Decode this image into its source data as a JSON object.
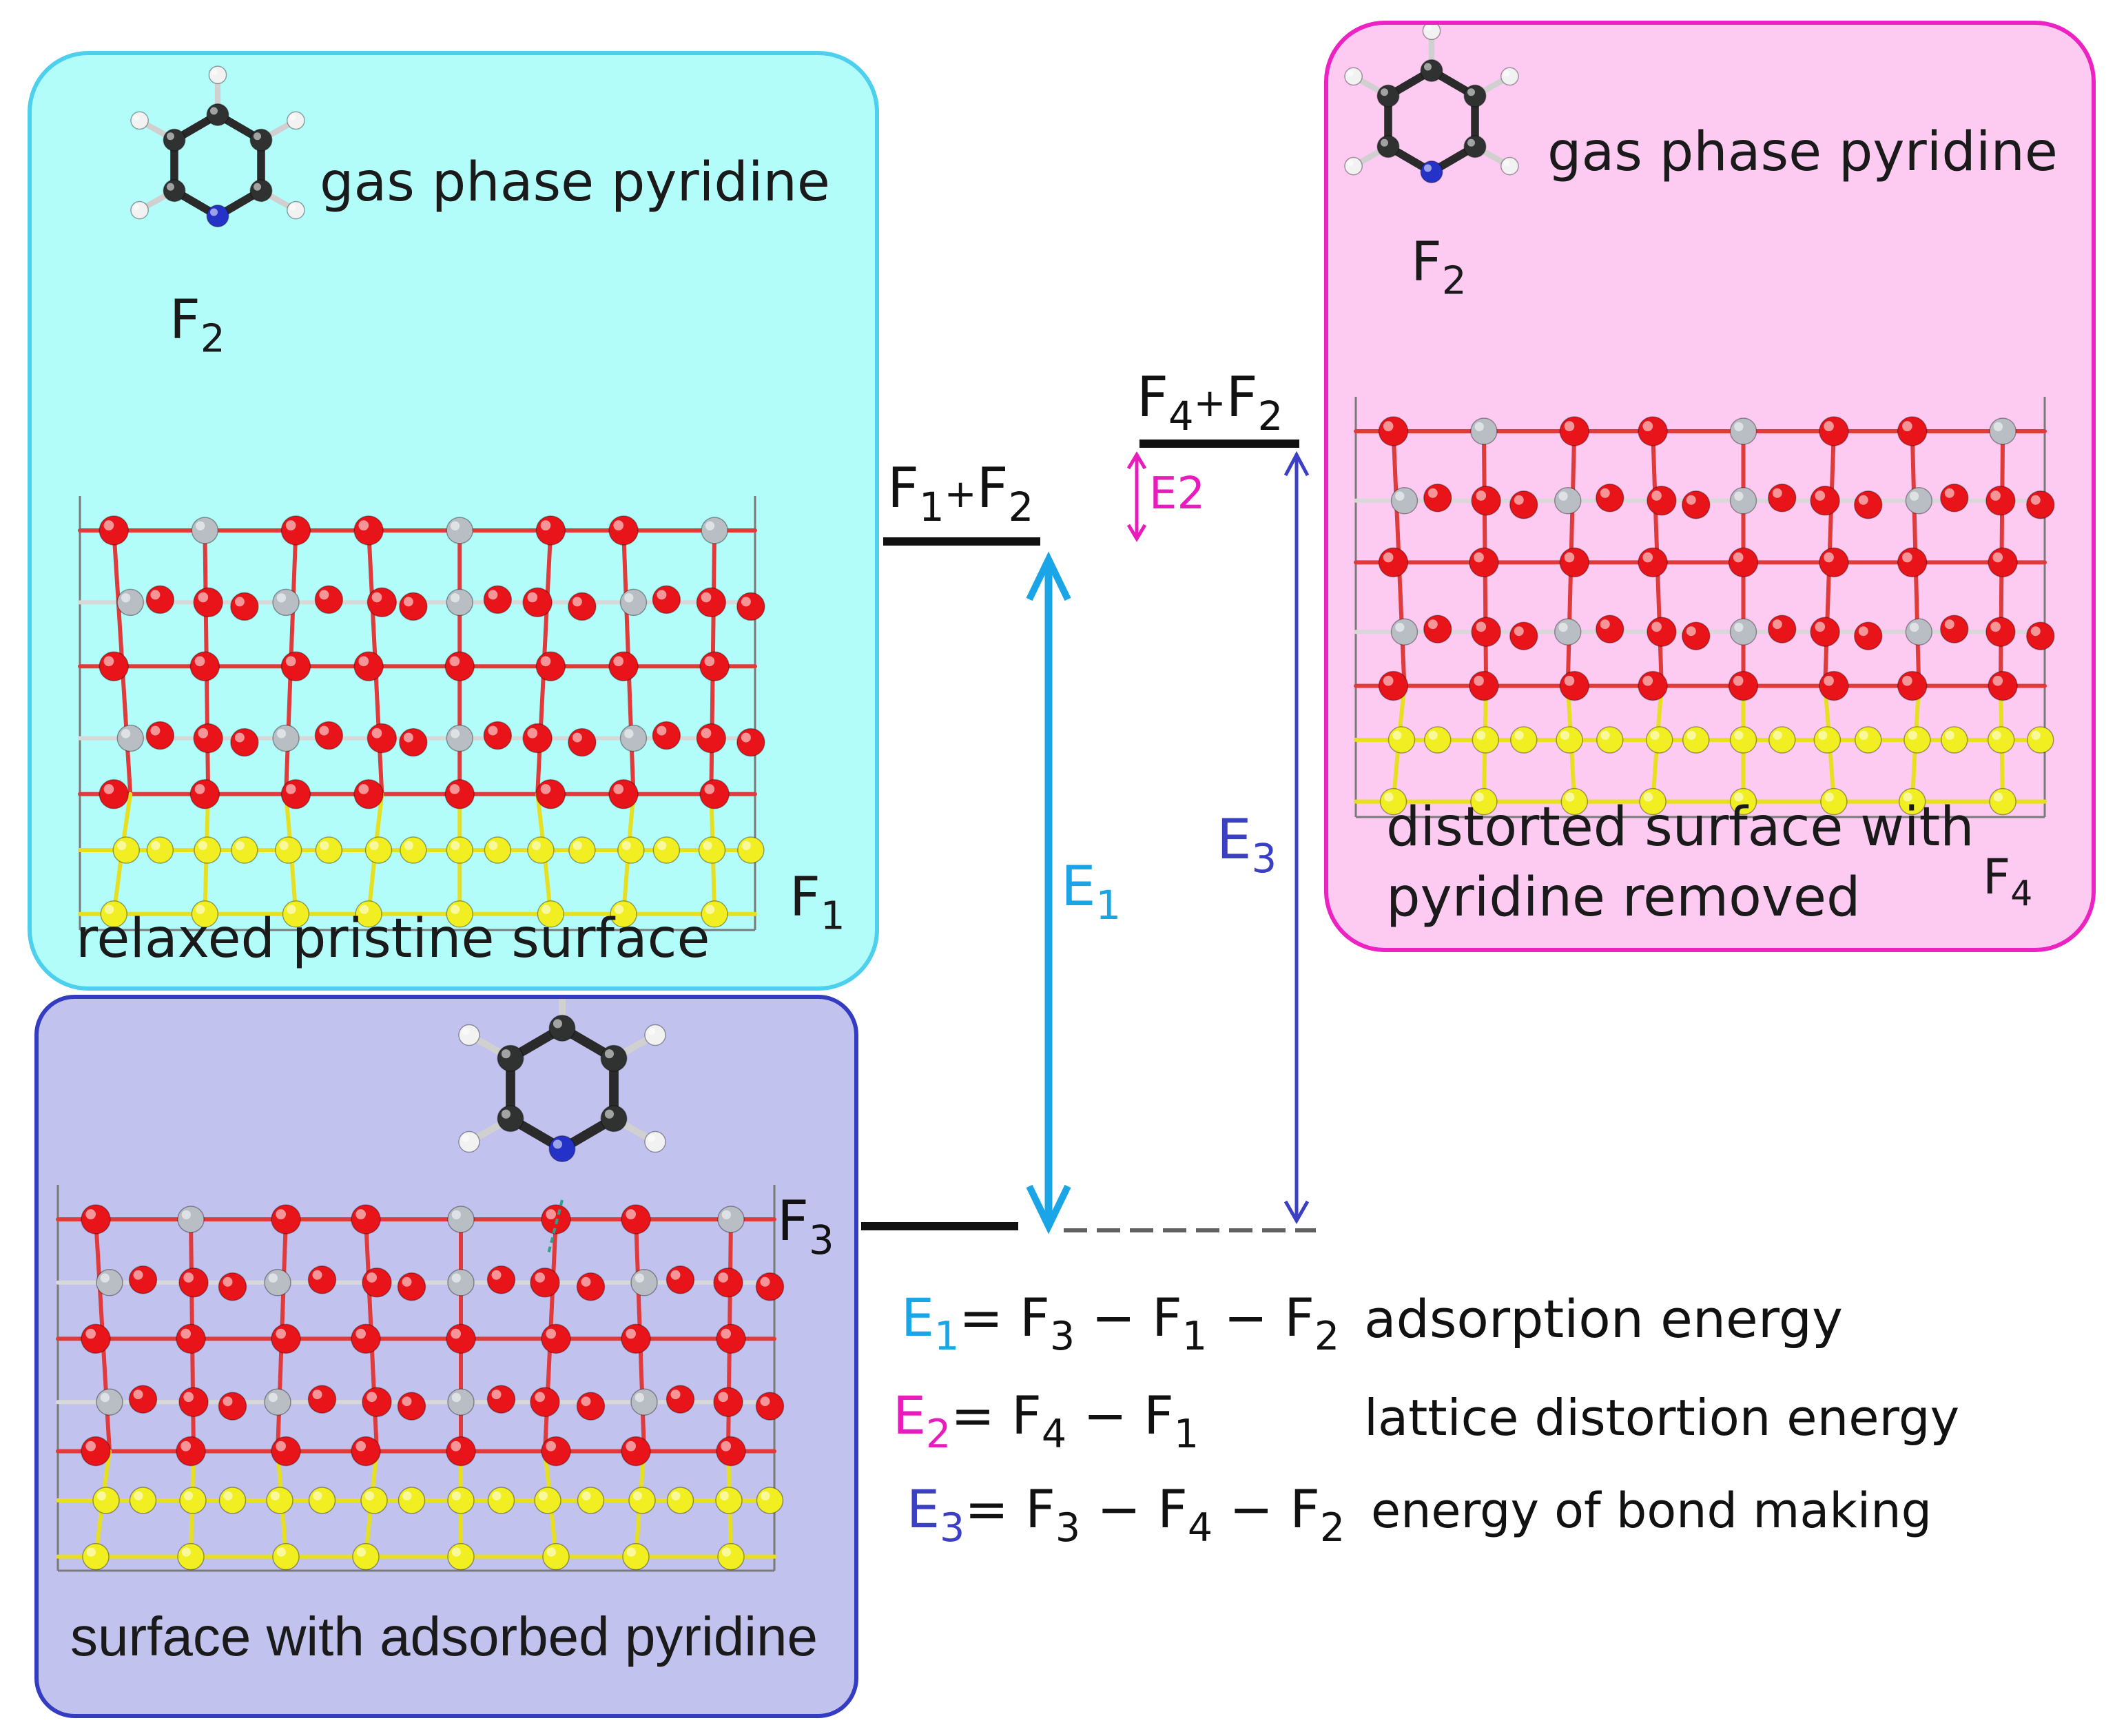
{
  "panels": {
    "pristine": {
      "gas_label": "gas phase pyridine",
      "gas_symbol": "F",
      "gas_index": "2",
      "caption": "relaxed pristine surface",
      "surface_symbol": "F",
      "surface_index": "1",
      "fill": "#b2fdfa",
      "border": "#4dd0ee"
    },
    "distorted": {
      "gas_label": "gas phase pyridine",
      "gas_symbol": "F",
      "gas_index": "2",
      "caption_line1": "distorted surface with",
      "caption_line2": "pyridine removed",
      "surface_symbol": "F",
      "surface_index": "4",
      "fill": "#fdcaf1",
      "border": "#ec22c2"
    },
    "adsorbed": {
      "caption": "surface with adsorbed pyridine",
      "fill": "#c1c2ee",
      "border": "#343cc2"
    }
  },
  "levels": {
    "f1_f2": {
      "a": "F",
      "a_index": "1",
      "plus": "+",
      "b": "F",
      "b_index": "2"
    },
    "f4_f2": {
      "a": "F",
      "a_index": "4",
      "plus": "+",
      "b": "F",
      "b_index": "2"
    },
    "f3": {
      "a": "F",
      "a_index": "3"
    }
  },
  "arrows": {
    "e1": {
      "symbol": "E",
      "index": "1",
      "color": "#1aa6e6"
    },
    "e2": {
      "label": "E2",
      "color": "#e81cbc"
    },
    "e3": {
      "symbol": "E",
      "index": "3",
      "color": "#3b3fc4"
    }
  },
  "equations": [
    {
      "symbol": "E",
      "index": "1",
      "color": "#1aa6e6",
      "rhs": [
        "F",
        "3",
        "F",
        "1",
        "F",
        "2"
      ],
      "minus": "−",
      "eq": "=",
      "description": "adsorption energy"
    },
    {
      "symbol": "E",
      "index": "2",
      "color": "#e81cbc",
      "rhs": [
        "F",
        "4",
        "F",
        "1"
      ],
      "minus": "−",
      "eq": "=",
      "description": "lattice distortion energy"
    },
    {
      "symbol": "E",
      "index": "3",
      "color": "#3b3fc4",
      "rhs": [
        "F",
        "3",
        "F",
        "4",
        "F",
        "2"
      ],
      "minus": "−",
      "eq": "=",
      "description": "energy of bond making"
    }
  ],
  "colors": {
    "oxygen": "#e8141a",
    "metal": "#b9bec4",
    "sulfur": "#f1ef22",
    "carbon": "#2f3230",
    "nitrogen": "#2532c8",
    "hydrogen": "#f2f2f2",
    "level_line": "#111111",
    "dashed_line": "#606060"
  },
  "icons": {
    "pyridine": "pyridine-molecule-icon",
    "surface": "crystal-slab-structure"
  }
}
